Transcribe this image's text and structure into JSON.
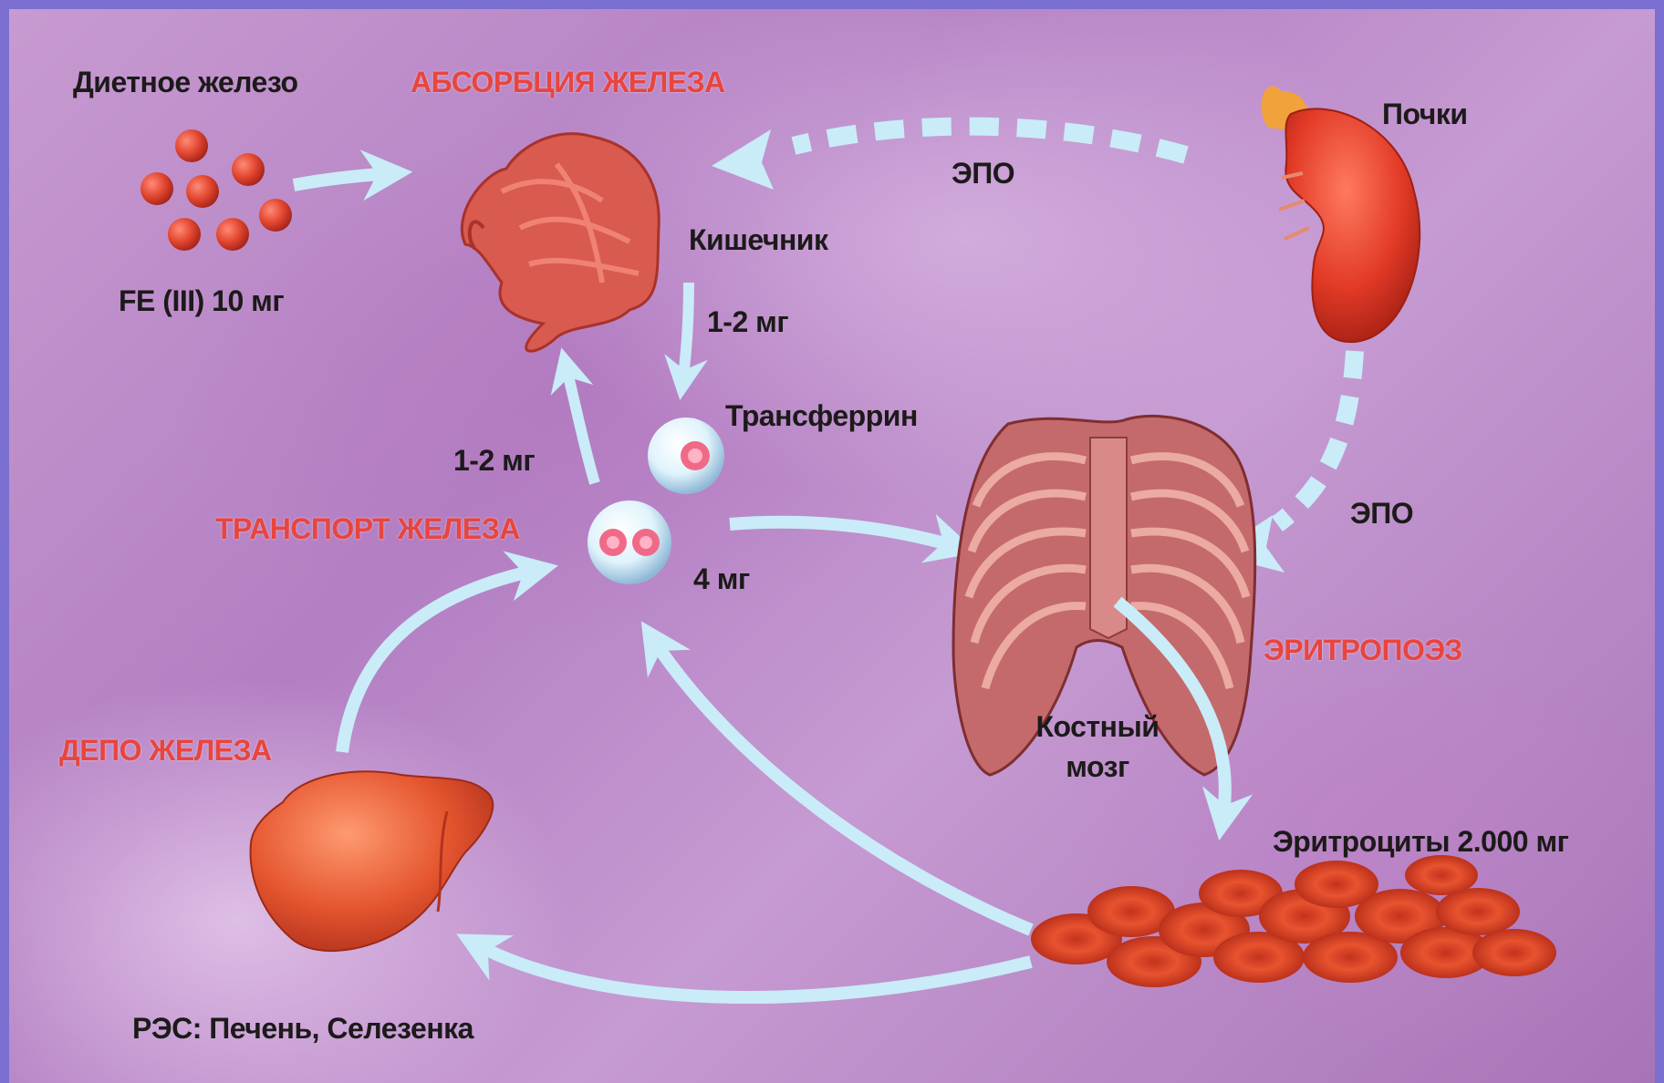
{
  "labels": {
    "dietary_iron": "Диетное железо",
    "absorption": "АБСОРБЦИЯ ЖЕЛЕЗА",
    "fe_dose": "FE (III) 10 мг",
    "intestine": "Кишечник",
    "epo_top": "ЭПО",
    "kidneys": "Почки",
    "absorbed_mg": "1-2 мг",
    "transferrin": "Трансферрин",
    "returned_mg": "1-2 мг",
    "transport": "ТРАНСПОРТ ЖЕЛЕЗА",
    "pool_mg": "4 мг",
    "epo_right": "ЭПО",
    "erythropoiesis": "ЭРИТРОПОЭЗ",
    "iron_depot": "ДЕПО ЖЕЛЕЗА",
    "bone_marrow": "Костный мозг",
    "erythrocytes": "Эритроциты 2.000 мг",
    "res": "РЭС: Печень, Селезенка"
  },
  "colors": {
    "organ_red": "#e2472f",
    "organ_pink": "#d9736e",
    "arrow": "#c9ecf8",
    "heading_red": "#e8453e"
  },
  "icons": [
    "iron-particles-icon",
    "intestine-icon",
    "kidney-icon",
    "transferrin-icon",
    "ribcage-icon",
    "liver-icon",
    "red-blood-cells-icon"
  ]
}
